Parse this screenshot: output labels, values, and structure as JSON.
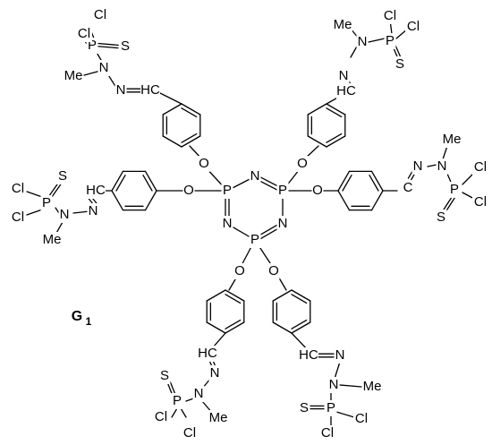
{
  "compound_label": "G",
  "compound_subscript": "1",
  "atom_colors": {
    "default": "#000000",
    "P": "#e8101e"
  },
  "atoms": {
    "P": "P",
    "N": "N",
    "O": "O",
    "S": "S",
    "Cl": "Cl",
    "Me": "Me",
    "HC": "HC",
    "CH": "C",
    "C": "C",
    "H": "H"
  }
}
